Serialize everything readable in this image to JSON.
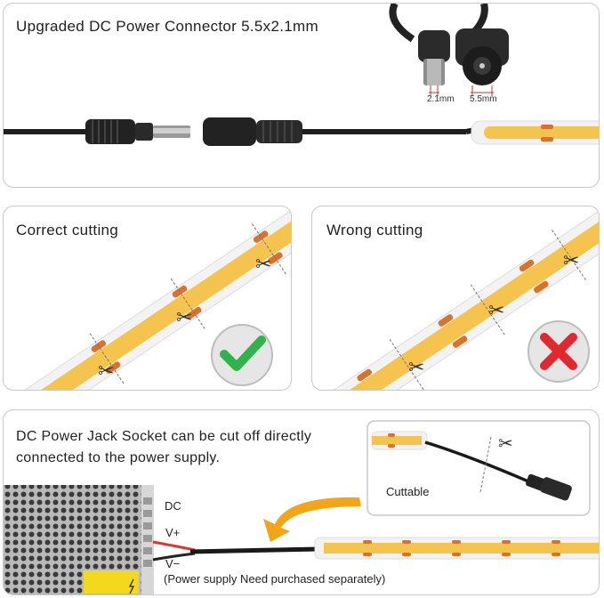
{
  "top_panel": {
    "title": "Upgraded DC Power Connector 5.5x2.1mm",
    "dim_inner": "2.1mm",
    "dim_outer": "5.5mm"
  },
  "correct_panel": {
    "title": "Correct cutting",
    "icon": "check-icon",
    "icon_color": "#2fb34a"
  },
  "wrong_panel": {
    "title": "Wrong cutting",
    "icon": "cross-icon",
    "icon_color": "#e0282e"
  },
  "bottom_panel": {
    "headline_line1": "DC Power Jack Socket can be cut off directly",
    "headline_line2": "connected to the power supply.",
    "inset_label": "Cuttable",
    "dc_label": "DC",
    "vplus_label": "V+",
    "vminus_label": "V−",
    "note": "(Power supply Need purchased separately)"
  },
  "colors": {
    "led_yellow": "#f5c44e",
    "pad_orange": "#d9722a",
    "arrow_orange": "#f2a516",
    "panel_border": "#c8c8c8"
  }
}
